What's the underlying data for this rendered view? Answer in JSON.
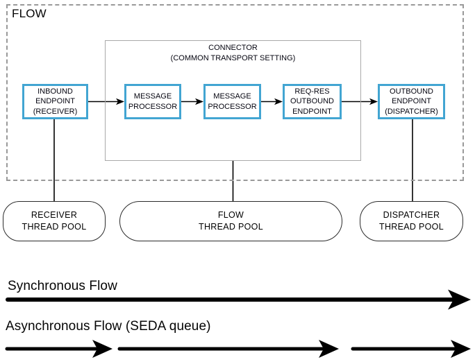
{
  "colors": {
    "node_border_blue": "#42a5d2",
    "boundary_dash_gray": "#999999",
    "connector_border_gray": "#a9a9a9",
    "line_black": "#000000"
  },
  "flow_container": {
    "title": "FLOW"
  },
  "connector": {
    "title": "CONNECTOR\n(COMMON TRANSPORT SETTING)"
  },
  "nodes": {
    "inbound": "INBOUND\nENDPOINT\n(RECEIVER)",
    "message_processor_1": "MESSAGE\nPROCESSOR",
    "message_processor_2": "MESSAGE\nPROCESSOR",
    "reqres_outbound": "REQ-RES\nOUTBOUND\nENDPOINT",
    "outbound": "OUTBOUND\nENDPOINT\n(DISPATCHER)"
  },
  "pools": {
    "receiver": "RECEIVER\nTHREAD POOL",
    "flow": "FLOW\nTHREAD POOL",
    "dispatcher": "DISPATCHER\nTHREAD POOL"
  },
  "legend": {
    "synchronous": "Synchronous Flow",
    "asynchronous": "Asynchronous Flow (SEDA queue)"
  }
}
